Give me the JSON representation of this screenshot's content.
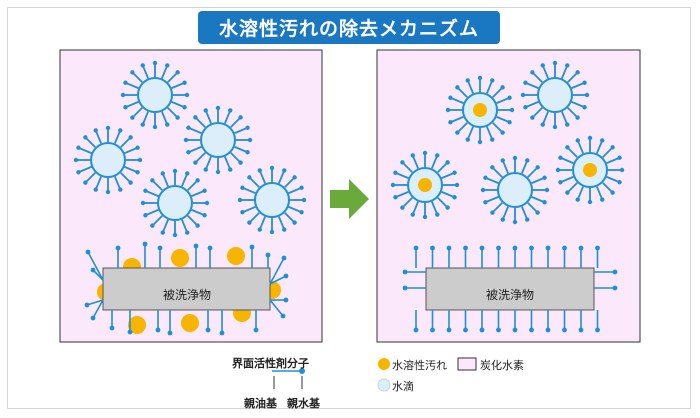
{
  "title": "水溶性汚れの除去メカニズム",
  "panels": {
    "left": {
      "object_label": "被洗浄物"
    },
    "right": {
      "object_label": "被洗浄物"
    }
  },
  "legend": {
    "surfactant": "界面活性剤分子",
    "lipophilic": "親油基",
    "hydrophilic": "親水基",
    "dirt": "水溶性汚れ",
    "water": "水滴",
    "hydrocarbon": "炭化水素"
  },
  "colors": {
    "surfactant": "#1e90d6",
    "droplet_fill": "#ddeefb",
    "dirt": "#f7b500",
    "panel_bg": "#fbe9fb",
    "object_fill": "#cccccc",
    "arrow": "#6aaa3a",
    "title_bg": "#1a78c2"
  }
}
